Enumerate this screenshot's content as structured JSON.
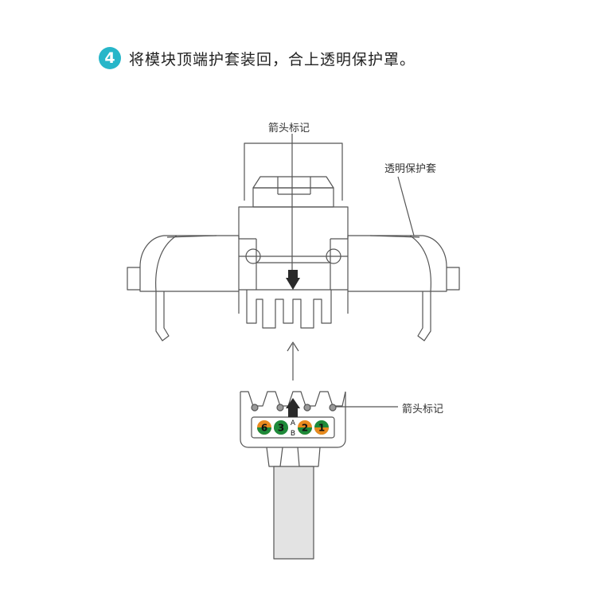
{
  "step": {
    "number": "4",
    "instruction": "将模块顶端护套装回，合上透明保护罩。",
    "badge_color": "#27b6c9"
  },
  "labels": {
    "arrow_mark_top": "箭头标记",
    "clear_cover": "透明保护套",
    "arrow_mark_plug": "箭头标记"
  },
  "pins": {
    "left_group": [
      "6",
      "3"
    ],
    "right_group": [
      "2",
      "1"
    ],
    "ab_top": "A",
    "ab_bottom": "B",
    "colors": {
      "orange": "#e98a1e",
      "green": "#1f8a3a"
    }
  },
  "icons": [
    "step-number-icon",
    "arrow-mark-icon",
    "insert-direction-arrow-icon"
  ]
}
